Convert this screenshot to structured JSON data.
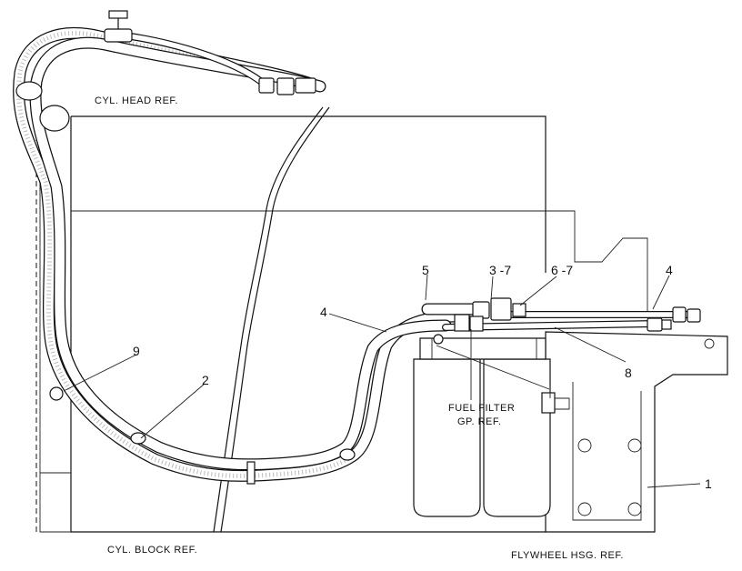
{
  "labels": {
    "cyl_head": "CYL. HEAD REF.",
    "cyl_block": "CYL. BLOCK REF.",
    "flywheel": "FLYWHEEL HSG. REF.",
    "fuel_filter_line1": "FUEL FILTER",
    "fuel_filter_line2": "GP. REF."
  },
  "callouts": {
    "c1": "1",
    "c2": "2",
    "c3_7": "3 -7",
    "c4_left": "4",
    "c4_right": "4",
    "c5": "5",
    "c6_7": "6 -7",
    "c8": "8",
    "c9": "9"
  }
}
